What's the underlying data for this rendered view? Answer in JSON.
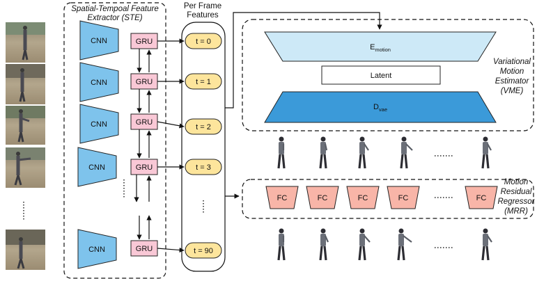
{
  "ste": {
    "title_line1": "Spatial-Tempoal Feature",
    "title_line2": "Extractor (STE)",
    "cnn_label": "CNN",
    "gru_label": "GRU"
  },
  "features": {
    "title_line1": "Per Frame",
    "title_line2": "Features",
    "timesteps": [
      "t = 0",
      "t = 1",
      "t = 2",
      "t = 3",
      "t = 90"
    ]
  },
  "vme": {
    "label_line1": "Variational",
    "label_line2": "Motion",
    "label_line3": "Estimator",
    "label_line4": "(VME)",
    "encoder_base": "E",
    "encoder_sub": "motion",
    "latent": "Latent",
    "decoder_base": "D",
    "decoder_sub": "vae"
  },
  "mrr": {
    "label_line1": "Motion",
    "label_line2": "Residual",
    "label_line3": "Regressor",
    "label_line4": "(MRR)",
    "fc_label": "FC"
  },
  "colors": {
    "cnn_fill": "#7ec3ec",
    "gru_fill": "#f9c8d6",
    "feature_fill": "#fde59c",
    "encoder_fill": "#cde9f7",
    "decoder_fill": "#3b9ad9",
    "fc_fill": "#f8b5a8"
  }
}
